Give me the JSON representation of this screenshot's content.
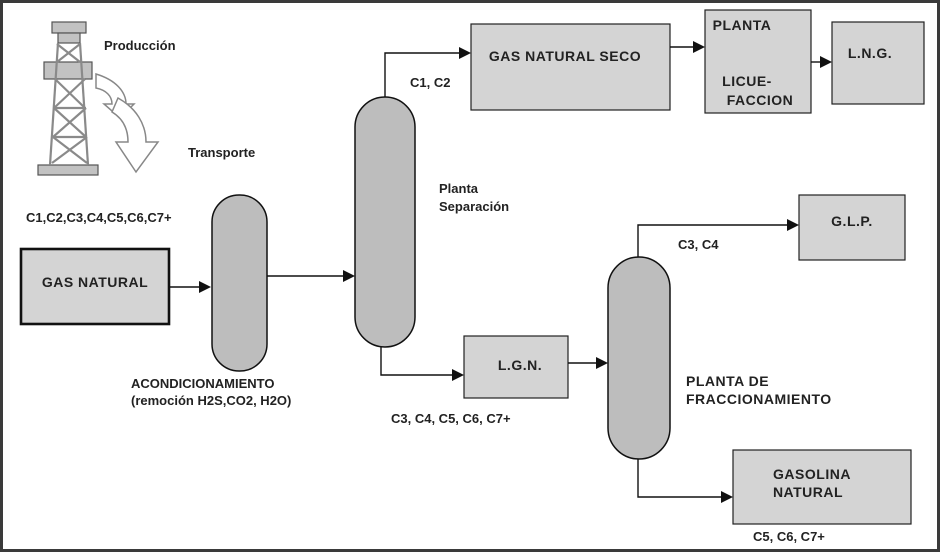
{
  "production": {
    "label": "Producción",
    "transport_label": "Transporte",
    "components_label": "C1,C2,C3,C4,C5,C6,C7+"
  },
  "gas_natural": {
    "label": "GAS NATURAL"
  },
  "conditioning": {
    "title": "ACONDICIONAMIENTO",
    "subtitle": "(remoción H2S,CO2, H2O)"
  },
  "separation_plant": {
    "line1": "Planta",
    "line2": "Separación"
  },
  "dry_gas": {
    "label": "GAS NATURAL SECO",
    "stream_label": "C1, C2"
  },
  "liquefaction_plant": {
    "line1": "PLANTA",
    "line2": "LICUE-",
    "line3": "FACCION"
  },
  "lng": {
    "label": "L.N.G."
  },
  "lgn": {
    "label": "L.G.N.",
    "stream_label": "C3, C4, C5, C6, C7+"
  },
  "fractionation_plant": {
    "line1": "PLANTA DE",
    "line2": "FRACCIONAMIENTO"
  },
  "glp": {
    "label": "G.L.P.",
    "stream_label": "C3, C4"
  },
  "natural_gasoline": {
    "line1": "GASOLINA",
    "line2": "NATURAL",
    "stream_label": "C5, C6, C7+"
  }
}
